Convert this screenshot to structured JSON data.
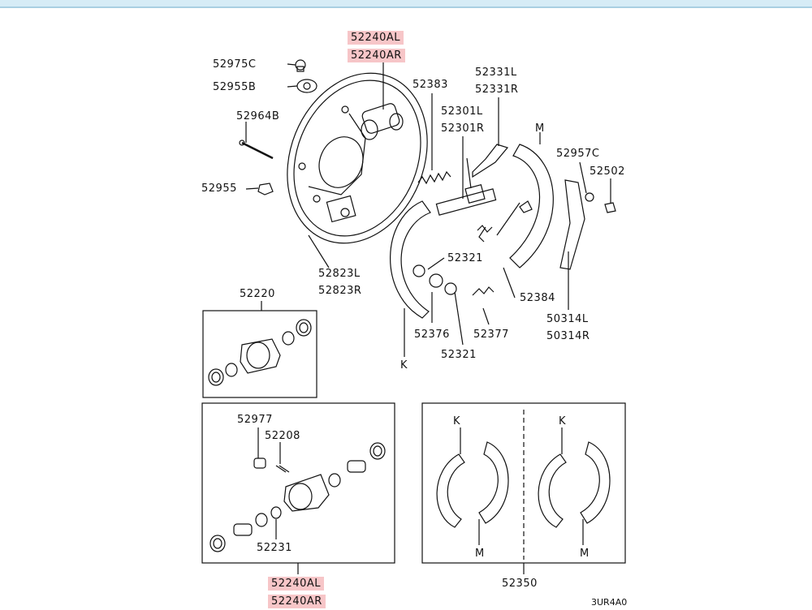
{
  "diagram_code": "3UR4A0",
  "highlight_color": "#f7c6c8",
  "callouts": {
    "top_wheel_cylinder_l": "52240AL",
    "top_wheel_cylinder_r": "52240AR",
    "bleeder_cap": "52975C",
    "bleeder_screw": "52955B",
    "pin": "52964B",
    "nut": "52955",
    "backing_plate_l": "52823L",
    "backing_plate_r": "52823R",
    "spring_upper": "52383",
    "strut_l": "52301L",
    "strut_r": "52301R",
    "lever_l": "52331L",
    "lever_r": "52331R",
    "letter_m_top": "M",
    "washer_c": "52957C",
    "clip": "52502",
    "cup_upper": "52321",
    "spring_376": "52376",
    "cup_lower": "52321",
    "spring_377": "52377",
    "spring_384": "52384",
    "lever_l2": "50314L",
    "lever_r2": "50314R",
    "letter_k_top": "K",
    "cylinder_kit_box": "52220",
    "bleeder_box": "52977",
    "screw_box": "52208",
    "cup_box": "52231",
    "bottom_wheel_cylinder_l": "52240AL",
    "bottom_wheel_cylinder_r": "52240AR",
    "shoe_letter_k_left": "K",
    "shoe_letter_k_right": "K",
    "shoe_letter_m_left": "M",
    "shoe_letter_m_right": "M",
    "shoe_set": "52350"
  }
}
